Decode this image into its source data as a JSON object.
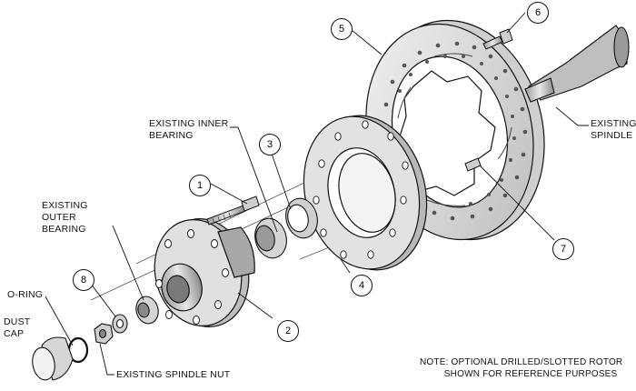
{
  "callouts": [
    "1",
    "2",
    "3",
    "4",
    "5",
    "6",
    "7",
    "8"
  ],
  "labels": {
    "existing_inner_bearing": "EXISTING INNER\nBEARING",
    "existing_outer_bearing": "EXISTING\nOUTER\nBEARING",
    "o_ring": "O-RING",
    "dust_cap": "DUST\nCAP",
    "existing_spindle_nut": "EXISTING SPINDLE NUT",
    "existing_spindle": "EXISTING\nSPINDLE"
  },
  "note": "NOTE: OPTIONAL DRILLED/SLOTTED ROTOR\n         SHOWN FOR REFERENCE PURPOSES",
  "colors": {
    "line": "#111111",
    "face": "#d9d9d9",
    "light": "#eeeeee",
    "dark": "#9a9a9a"
  }
}
